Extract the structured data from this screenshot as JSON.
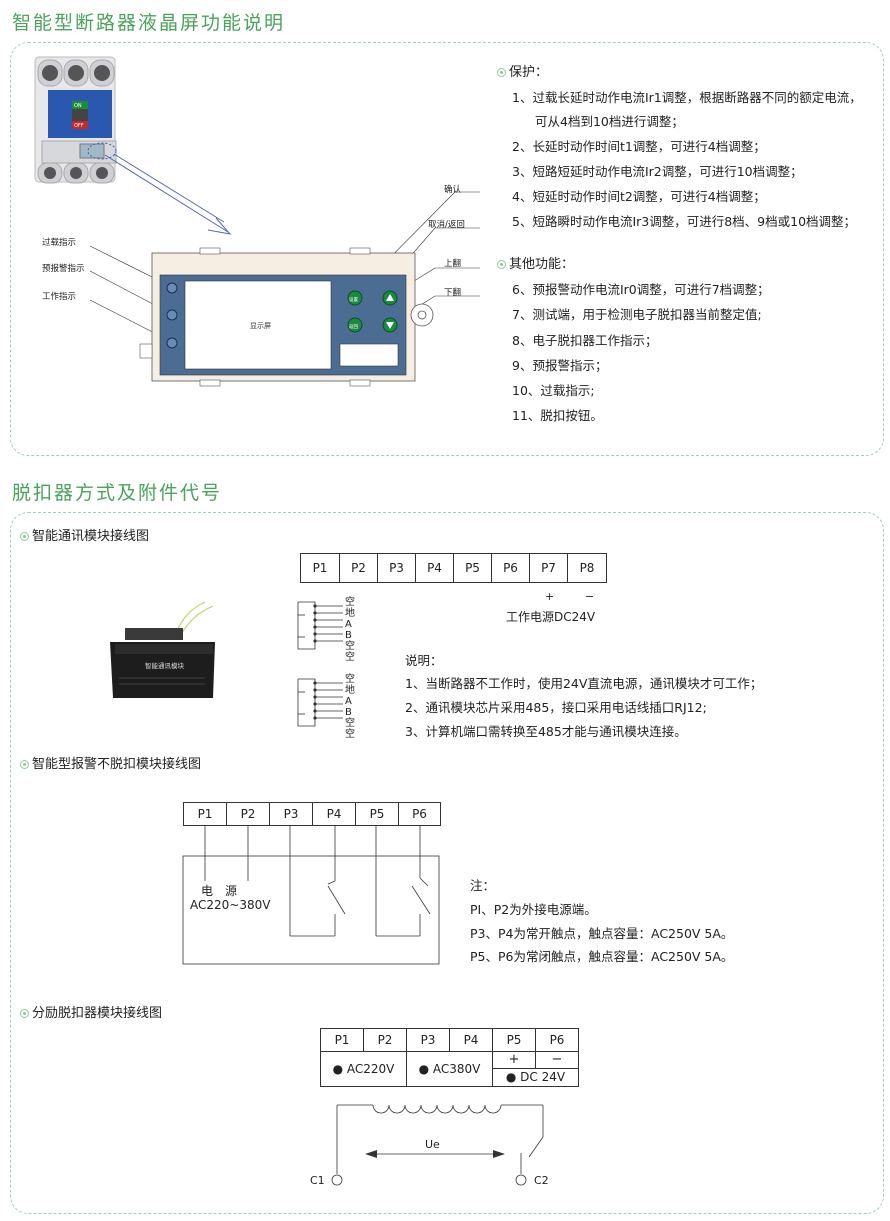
{
  "section1": {
    "title": "智能型断路器液晶屏功能说明",
    "display": {
      "screen_label": "显示屏",
      "btn_set": "设置",
      "btn_back": "返回",
      "left_labels": [
        "过载指示",
        "预报警指示",
        "工作指示"
      ],
      "right_labels": [
        "确认",
        "取消/返回",
        "上翻",
        "下翻"
      ]
    },
    "breaker_labels": {
      "on": "ON",
      "off": "OFF"
    },
    "protection": {
      "heading": "保护：",
      "items": [
        "1、过载长延时动作电流Ir1调整，根据断路器不同的额定电流，",
        "可从4档到10档进行调整；",
        "2、长延时动作时间t1调整，可进行4档调整；",
        "3、短路短延时动作电流Ir2调整，可进行10档调整；",
        "4、短延时动作时间t2调整，可进行4档调整；",
        "5、短路瞬时动作电流Ir3调整，可进行8档、9档或10档调整；"
      ]
    },
    "other": {
      "heading": "其他功能：",
      "items": [
        "6、预报警动作电流Ir0调整，可进行7档调整；",
        "7、测试端，用于检测电子脱扣器当前整定值;",
        "8、电子脱扣器工作指示；",
        "9、预报警指示；",
        "10、过载指示;",
        "11、脱扣按钮。"
      ]
    }
  },
  "section2": {
    "title": "脱扣器方式及附件代号",
    "comm": {
      "heading": "智能通讯模块接线图",
      "pins": [
        "P1",
        "P2",
        "P3",
        "P4",
        "P5",
        "P6",
        "P7",
        "P8"
      ],
      "plus": "+",
      "minus": "−",
      "power_label": "工作电源DC24V",
      "rj_labels": [
        "空",
        "地",
        "A",
        "B",
        "空",
        "空"
      ],
      "module_label": "智能通讯模块",
      "notes_heading": "说明：",
      "notes": [
        "1、当断路器不工作时，使用24V直流电源，通讯模块才可工作；",
        "2、通讯模块芯片采用485，接口采用电话线插口RJ12;",
        "3、计算机端口需转换至485才能与通讯模块连接。"
      ]
    },
    "alarm": {
      "heading": "智能型报警不脱扣模块接线图",
      "pins": [
        "P1",
        "P2",
        "P3",
        "P4",
        "P5",
        "P6"
      ],
      "power_label": "电　源",
      "voltage_label": "AC220~380V",
      "notes_heading": "注：",
      "notes": [
        "PI、P2为外接电源端。",
        "P3、P4为常开触点，触点容量：AC250V 5A。",
        "P5、P6为常闭触点，触点容量：AC250V 5A。"
      ]
    },
    "shunt": {
      "heading": "分励脱扣器模块接线图",
      "pins": [
        "P1",
        "P2",
        "P3",
        "P4",
        "P5",
        "P6"
      ],
      "v1": "● AC220V",
      "v2": "● AC380V",
      "plus": "+",
      "minus": "−",
      "dc": "● DC 24V",
      "ue": "Ue",
      "c1": "C1",
      "c2": "C2"
    }
  }
}
